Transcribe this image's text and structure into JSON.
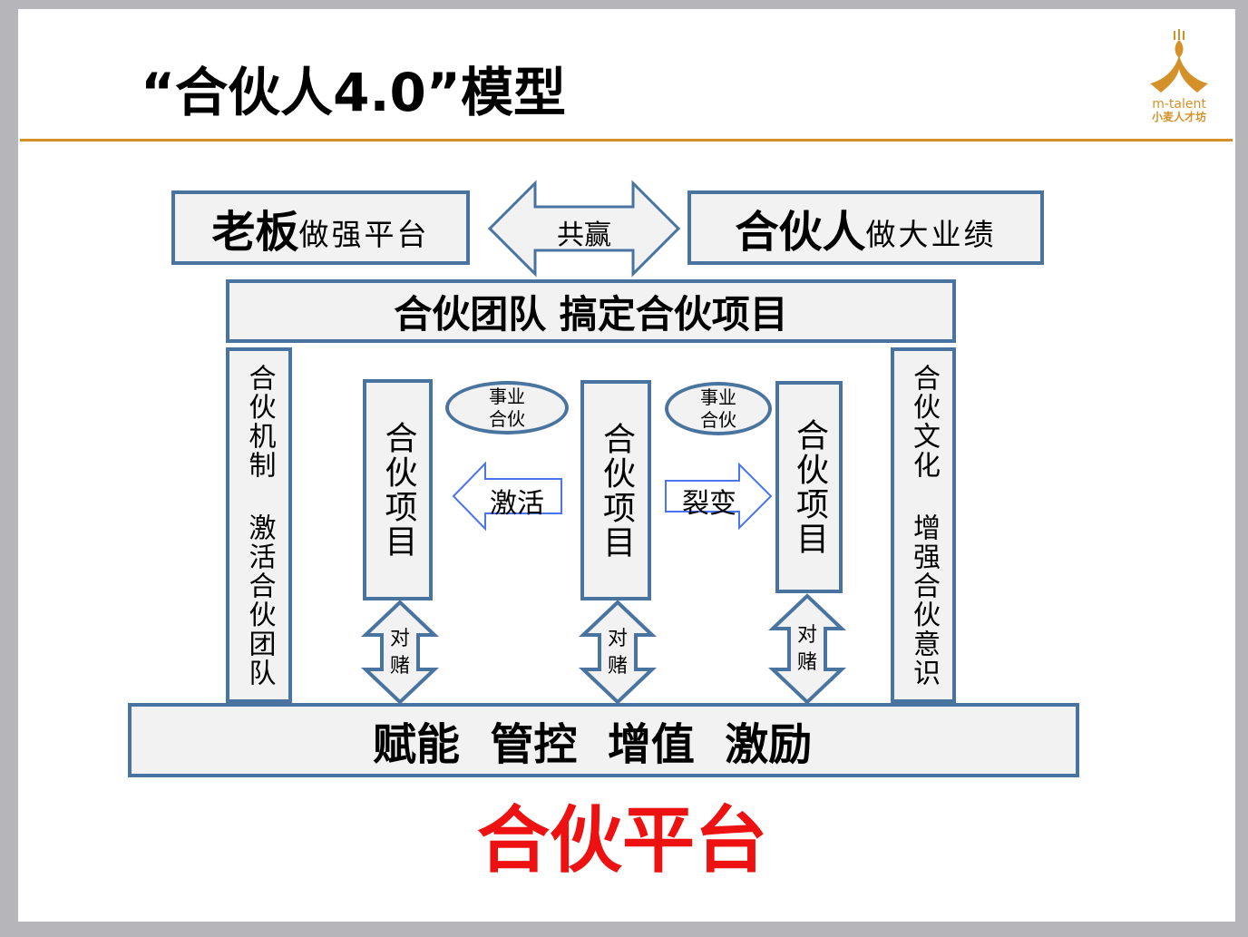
{
  "title": "“合伙人4.0”模型",
  "logo": {
    "en": "m-talent",
    "cn": "小麦人才坊"
  },
  "colors": {
    "accent": "#d4912a",
    "border": "#4a74a0",
    "fill": "#f2f2f2",
    "red": "#ee1111"
  },
  "boss": {
    "big": "老板",
    "small": "做强平台"
  },
  "win": "共赢",
  "partner": {
    "big": "合伙人",
    "small": "做大业绩"
  },
  "banner": "合伙团队 搞定合伙项目",
  "left_col": "合伙机制 激活合伙团队",
  "right_col": "合伙文化 增强合伙意识",
  "projects": [
    "合伙项目",
    "合伙项目",
    "合伙项目"
  ],
  "ellipses": [
    [
      "事业",
      "合伙"
    ],
    [
      "事业",
      "合伙"
    ]
  ],
  "activate": "激活",
  "fission": "裂变",
  "bet": [
    [
      "对",
      "赌"
    ],
    [
      "对",
      "赌"
    ],
    [
      "对",
      "赌"
    ]
  ],
  "foundation": "赋能  管控  增值  激励",
  "platform": "合伙平台"
}
